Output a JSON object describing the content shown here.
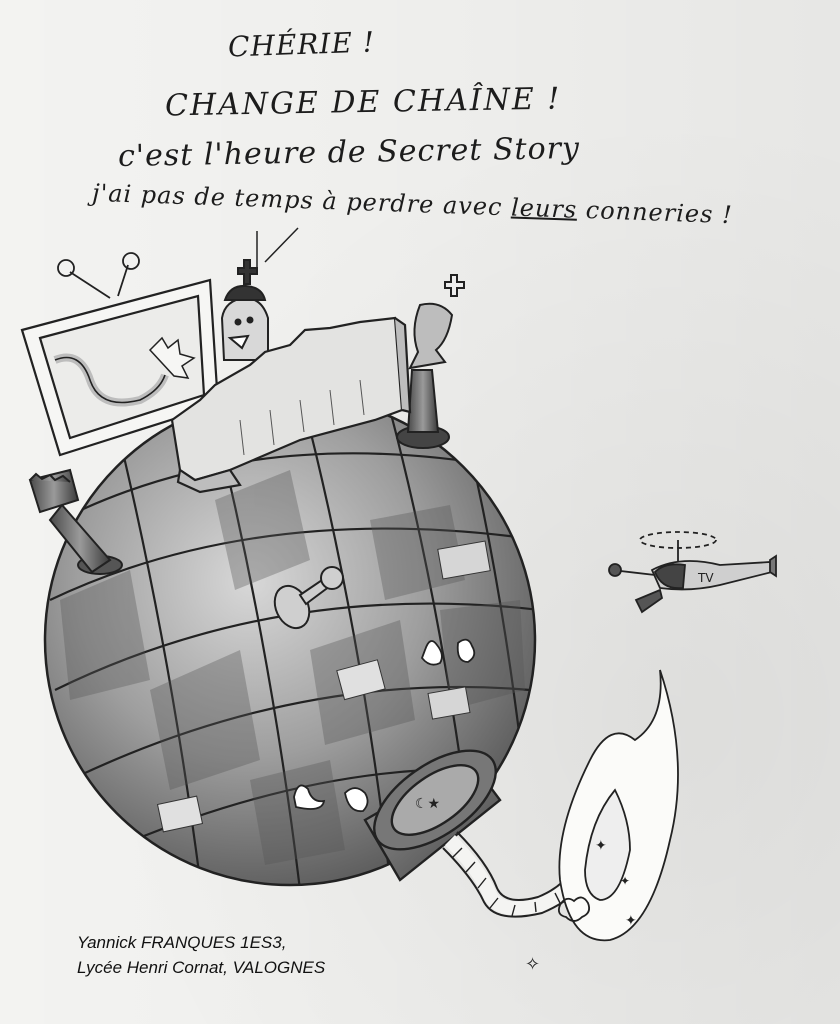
{
  "caption": {
    "line1": "CHÉRIE !",
    "line2": "CHANGE DE CHAÎNE !",
    "line3": "c'est l'heure de Secret Story",
    "line4_before": "j'ai pas de temps à perdre avec ",
    "line4_underlined": "leurs",
    "line4_after": " conneries !"
  },
  "helicopter": {
    "label": "TV"
  },
  "credit": {
    "line1": "Yannick FRANQUES 1ES3,",
    "line2": "Lycée Henri Cornat, VALOGNES"
  },
  "colors": {
    "paper": "#f3f3f1",
    "ink": "#1c1c1c",
    "globe_shade": "#8a8a8a"
  }
}
